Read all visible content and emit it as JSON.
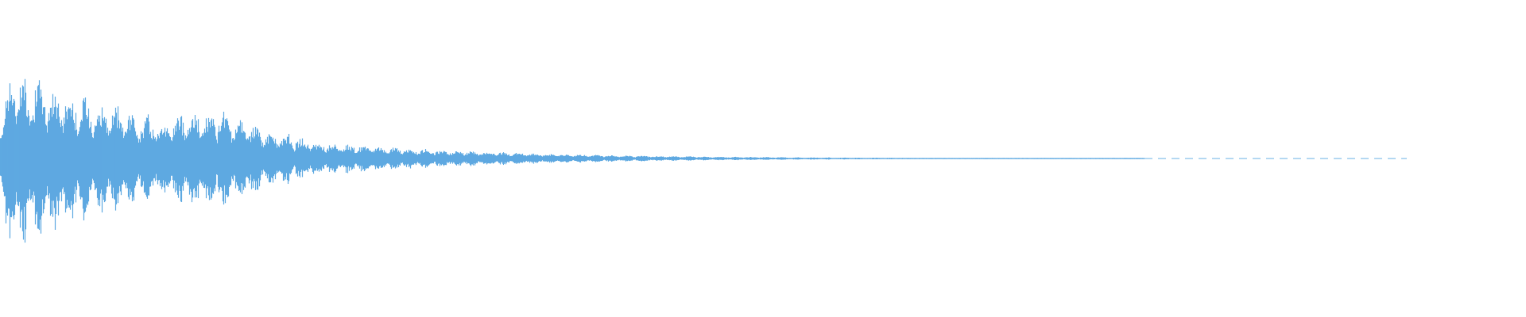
{
  "waveform": {
    "color": "#5ea9e1",
    "tail_color": "#9ccbee",
    "background": "#ffffff",
    "style": "audio-waveform-decay",
    "segments": 3,
    "segment_labels": [
      "active-decay",
      "fading-tail",
      "dashed-silence"
    ]
  }
}
